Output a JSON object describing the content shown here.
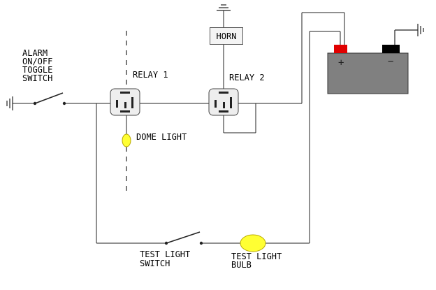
{
  "labels": {
    "alarm_switch": [
      "ALARM",
      "ON/OFF",
      "TOGGLE",
      "SWITCH"
    ],
    "relay1": "RELAY 1",
    "relay2": "RELAY 2",
    "horn": "HORN",
    "dome_light": "DOME LIGHT",
    "test_light_switch": [
      "TEST LIGHT",
      "SWITCH"
    ],
    "test_light_bulb": [
      "TEST LIGHT",
      "BULB"
    ],
    "battery_plus": "+",
    "battery_minus": "−"
  },
  "colors": {
    "wire": "#222222",
    "battery_body": "#808080",
    "positive_terminal": "#e00000",
    "negative_terminal": "#000000",
    "lamp_fill": "#ffff33",
    "lamp_stroke": "#b8a800",
    "relay_fill": "#eeeeee"
  },
  "icons": [
    "ground-icon",
    "toggle-switch-icon",
    "relay-icon",
    "horn-icon",
    "lamp-icon",
    "battery-icon"
  ]
}
